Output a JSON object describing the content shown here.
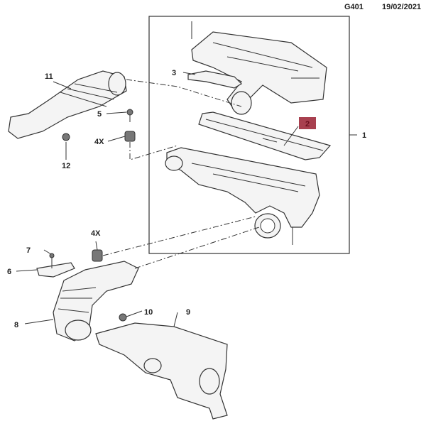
{
  "header": {
    "code": "G401",
    "date": "19/02/2021"
  },
  "callouts": {
    "c1": "1",
    "c2": "2",
    "c3": "3",
    "c4a": "4X",
    "c4b": "4X",
    "c5": "5",
    "c6": "6",
    "c7": "7",
    "c8": "8",
    "c9": "9",
    "c10": "10",
    "c11": "11",
    "c12": "12"
  },
  "colors": {
    "highlight_bg": "#a8404f",
    "highlight_text": "#6b0f1e"
  }
}
